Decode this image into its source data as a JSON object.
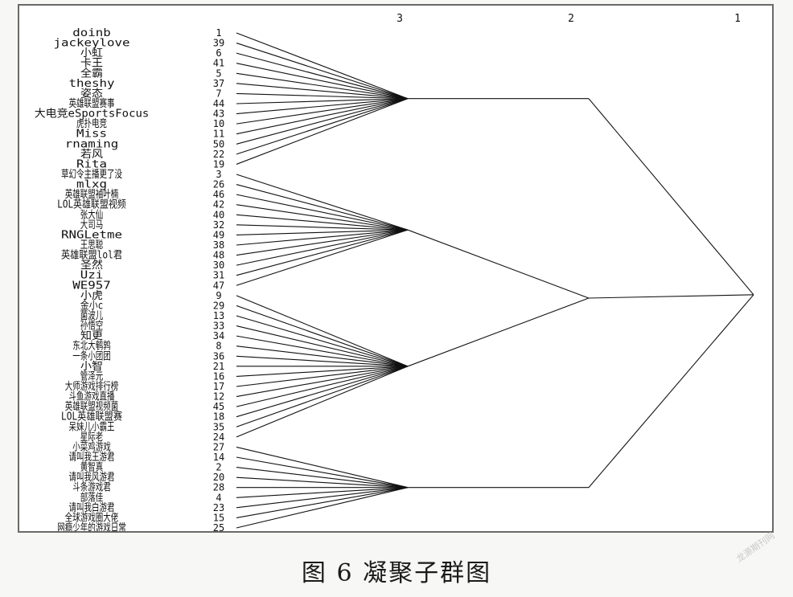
{
  "caption": "图 6 凝聚子群图",
  "watermark": "龙源期刊网",
  "levels": [
    "3",
    "2",
    "1"
  ],
  "leaves": [
    {
      "name": "doinb",
      "id": "1"
    },
    {
      "name": "jackeylove",
      "id": "39"
    },
    {
      "name": "小虹",
      "id": "6"
    },
    {
      "name": "卡王",
      "id": "41"
    },
    {
      "name": "全霸",
      "id": "5"
    },
    {
      "name": "theshy",
      "id": "37"
    },
    {
      "name": "姿态",
      "id": "7"
    },
    {
      "name": "英雄联盟赛事",
      "id": "44"
    },
    {
      "name": "大电竞eSportsFocus",
      "id": "43"
    },
    {
      "name": "虎扑电竞",
      "id": "10"
    },
    {
      "name": "Miss",
      "id": "11"
    },
    {
      "name": "rnaming",
      "id": "50"
    },
    {
      "name": "若风",
      "id": "22"
    },
    {
      "name": "Rita",
      "id": "19"
    },
    {
      "name": "草幻令主播更了没",
      "id": "3"
    },
    {
      "name": "mlxg",
      "id": "26"
    },
    {
      "name": "英雄联盟袖叶楠",
      "id": "46"
    },
    {
      "name": "LOL英雄联盟视频",
      "id": "42"
    },
    {
      "name": "张大仙",
      "id": "40"
    },
    {
      "name": "大司马",
      "id": "32"
    },
    {
      "name": "RNGLetme",
      "id": "49"
    },
    {
      "name": "王思聪",
      "id": "38"
    },
    {
      "name": "英雄联盟lol君",
      "id": "48"
    },
    {
      "name": "圣然",
      "id": "30"
    },
    {
      "name": "Uzi",
      "id": "31"
    },
    {
      "name": "WE957",
      "id": "47"
    },
    {
      "name": "小虎",
      "id": "9"
    },
    {
      "name": "金小c",
      "id": "29"
    },
    {
      "name": "菌波儿",
      "id": "13"
    },
    {
      "name": "孙悟空",
      "id": "33"
    },
    {
      "name": "知更",
      "id": "34"
    },
    {
      "name": "东北大鹌鹑",
      "id": "8"
    },
    {
      "name": "一条小团团",
      "id": "36"
    },
    {
      "name": "小智",
      "id": "21"
    },
    {
      "name": "管泽元",
      "id": "16"
    },
    {
      "name": "大师游戏排行榜",
      "id": "17"
    },
    {
      "name": "斗鱼游戏直播",
      "id": "12"
    },
    {
      "name": "英雄联盟视频菌",
      "id": "45"
    },
    {
      "name": "LOL英雄联盟赛",
      "id": "18"
    },
    {
      "name": "呆妹儿小霸王",
      "id": "35"
    },
    {
      "name": "星际老",
      "id": "24"
    },
    {
      "name": "小菜鸡游戏",
      "id": "27"
    },
    {
      "name": "请叫我王游君",
      "id": "14"
    },
    {
      "name": "黄智真",
      "id": "2"
    },
    {
      "name": "请叫我风游君",
      "id": "20"
    },
    {
      "name": "斗条游戏君",
      "id": "28"
    },
    {
      "name": "部落佳",
      "id": "4"
    },
    {
      "name": "请叫我白游君",
      "id": "23"
    },
    {
      "name": "全球游戏圈大佬",
      "id": "15"
    },
    {
      "name": "网瘾少年的游戏日常",
      "id": "25"
    }
  ],
  "clusters": [
    {
      "start": 0,
      "end": 13
    },
    {
      "start": 14,
      "end": 25
    },
    {
      "start": 26,
      "end": 40
    },
    {
      "start": 41,
      "end": 49
    }
  ],
  "merges": [
    {
      "clusters": [
        1,
        2
      ],
      "level": "2"
    },
    {
      "clusters": [
        0,
        "m0",
        3
      ],
      "level": "1"
    }
  ]
}
